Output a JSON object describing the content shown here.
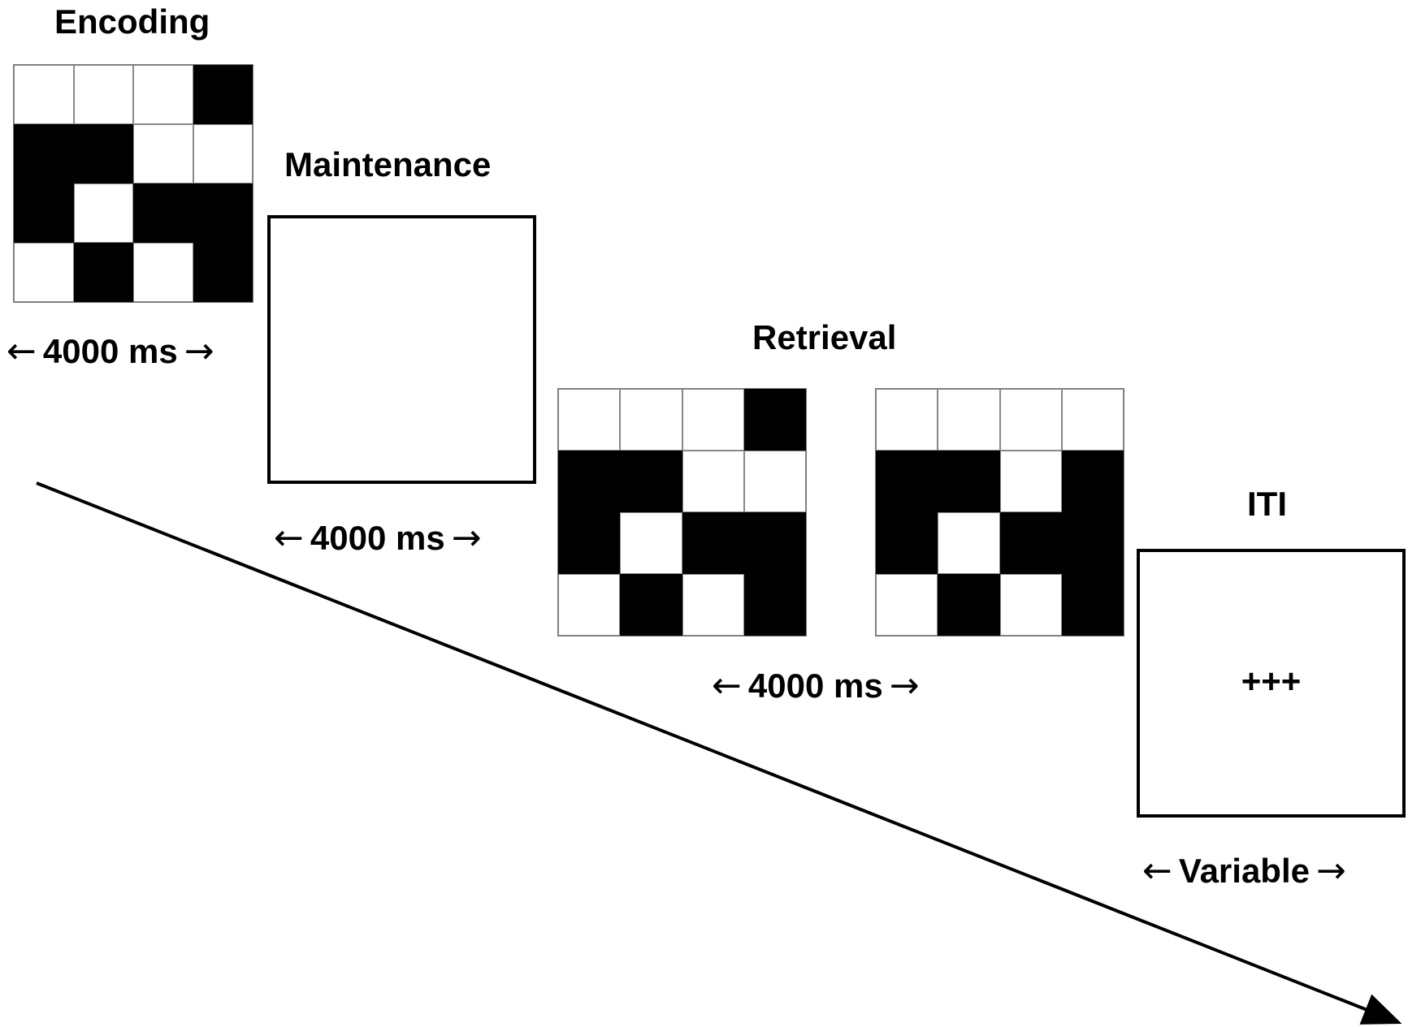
{
  "encoding": {
    "title": "Encoding",
    "duration": "4000 ms",
    "grid": [
      [
        0,
        0,
        0,
        1
      ],
      [
        1,
        1,
        0,
        0
      ],
      [
        1,
        0,
        1,
        1
      ],
      [
        0,
        1,
        0,
        1
      ]
    ]
  },
  "maintenance": {
    "title": "Maintenance",
    "duration": "4000 ms"
  },
  "retrieval": {
    "title": "Retrieval",
    "duration": "4000 ms",
    "grid_a": [
      [
        0,
        0,
        0,
        1
      ],
      [
        1,
        1,
        0,
        0
      ],
      [
        1,
        0,
        1,
        1
      ],
      [
        0,
        1,
        0,
        1
      ]
    ],
    "grid_b": [
      [
        0,
        0,
        0,
        0
      ],
      [
        1,
        1,
        0,
        1
      ],
      [
        1,
        0,
        1,
        1
      ],
      [
        0,
        1,
        0,
        1
      ]
    ]
  },
  "iti": {
    "title": "ITI",
    "fixation": "+++",
    "duration": "Variable"
  },
  "arrows": {
    "left": "←",
    "right": "→"
  }
}
